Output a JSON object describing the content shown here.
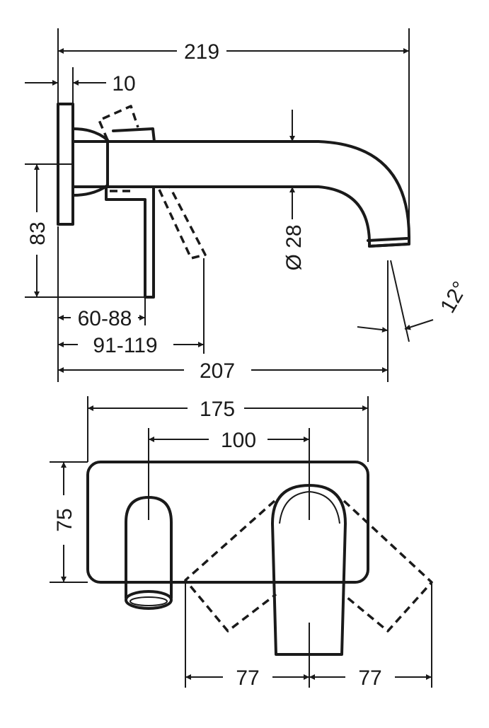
{
  "dimensions": {
    "overall_length": "219",
    "plate_depth": "10",
    "height": "83",
    "spout_diameter": "Ø 28",
    "angle": "12°",
    "handle_range_a": "60-88",
    "handle_range_b": "91-119",
    "projection": "207",
    "plate_width": "175",
    "spacing": "100",
    "plate_height": "75",
    "swing_left": "77",
    "swing_right": "77"
  }
}
